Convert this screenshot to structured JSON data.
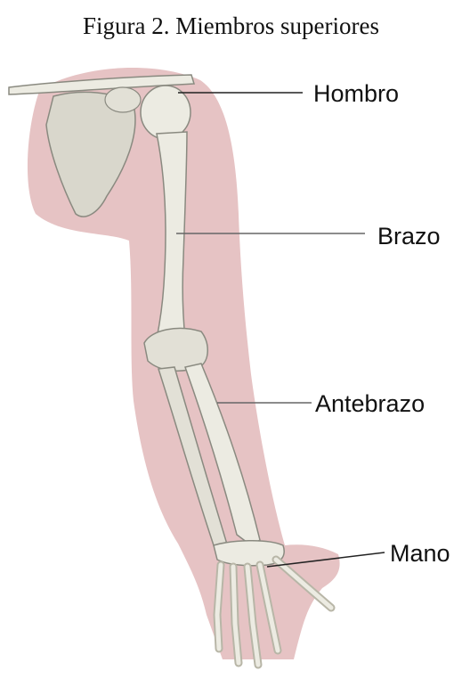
{
  "caption": "Figura 2. Miembros superiores",
  "labels": {
    "shoulder": "Hombro",
    "arm": "Brazo",
    "forearm": "Antebrazo",
    "hand": "Mano"
  },
  "colors": {
    "skin": "#e6c3c4",
    "bone": "#ecebe2",
    "bone_shadow": "#b8b6a7",
    "outline": "#8a8a80",
    "leader_line": "#222222"
  }
}
